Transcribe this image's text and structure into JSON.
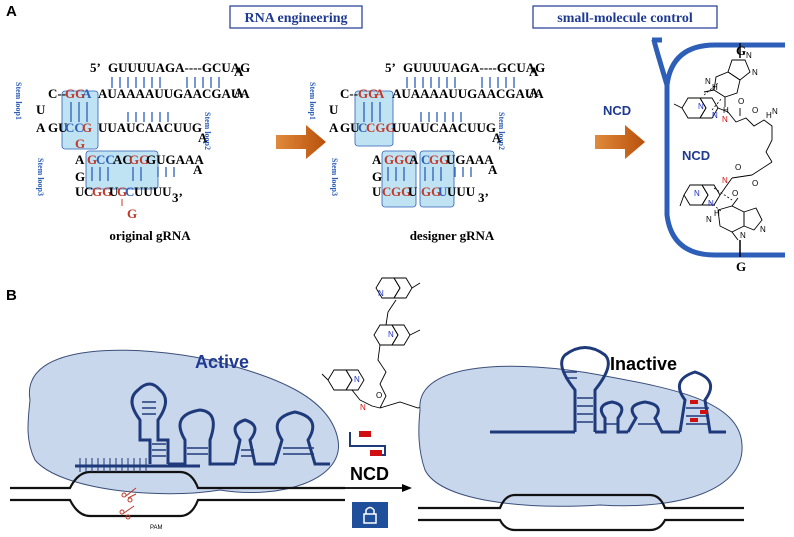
{
  "panels": {
    "a": "A",
    "b": "B"
  },
  "headers": {
    "rna_engineering": "RNA engineering",
    "small_molecule": "small-molecule control"
  },
  "grna": {
    "original_caption": "original gRNA",
    "designer_caption": "designer gRNA",
    "five_prime": "5’",
    "three_prime": "3’",
    "top_strand": "GUUUUAGA----GCUAG",
    "row2": "AUAAAAUUGAACGAUA",
    "row3": "UUAUCAACUUG",
    "row4": "GUGAAA",
    "row5": "UUUU",
    "stem_loop1": "Stem loop1",
    "stem_loop2": "Stem loop2",
    "stem_loop3": "Stem loop3"
  },
  "ncd": {
    "arrow_label": "NCD",
    "complex_label": "NCD",
    "g_top": "G",
    "g_bottom": "G"
  },
  "panel_b": {
    "active": "Active",
    "inactive": "Inactive",
    "ncd_label": "NCD",
    "pam": "PAM"
  },
  "colors": {
    "header_blue": "#1f3a93",
    "highlight": "#bfe3f3",
    "accent_red": "#c0392b",
    "arrow_orange": "#c85a12",
    "cas9_body": "#c9d7ec",
    "rna_blue": "#1f3a7a"
  }
}
